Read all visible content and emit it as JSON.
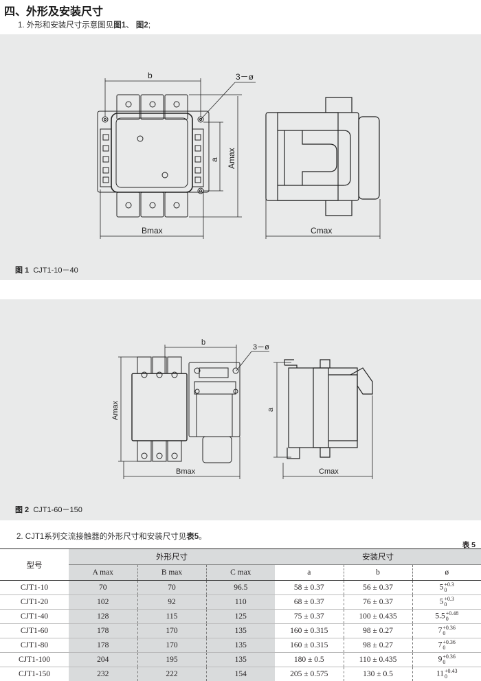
{
  "section_heading": "四、外形及安装尺寸",
  "para1": {
    "text": "1. 外形和安装尺寸示意图见",
    "bold1": "图1",
    "sep": "、",
    "bold2": "图2",
    "end": ";"
  },
  "fig1": {
    "caption_label": "图 1",
    "caption_text": "CJT1-10－40",
    "labels": {
      "b": "b",
      "holes": "3－ø",
      "a": "a",
      "amax": "Amax",
      "bmax": "Bmax",
      "cmax": "Cmax"
    }
  },
  "fig2": {
    "caption_label": "图 2",
    "caption_text": "CJT1-60－150",
    "labels": {
      "b": "b",
      "holes": "3－ø",
      "a": "a",
      "amax": "Amax",
      "bmax": "Bmax",
      "cmax": "Cmax"
    }
  },
  "para2": {
    "text": "2. CJT1系列交流接触器的外形尺寸和安装尺寸见",
    "bold": "表5",
    "end": "。"
  },
  "table_label": "表 5",
  "table": {
    "model_header": "型号",
    "outline_header": "外形尺寸",
    "mount_header": "安装尺寸",
    "sub_headers": [
      "A  max",
      "B  max",
      "C  max",
      "a",
      "b",
      "ø"
    ],
    "rows": [
      {
        "model": "CJT1-10",
        "amax": "70",
        "bmax": "70",
        "cmax": "96.5",
        "a": "58 ± 0.37",
        "b": "56 ± 0.37",
        "phi": "5",
        "tol_up": "+0.3",
        "tol_lo": "0"
      },
      {
        "model": "CJT1-20",
        "amax": "102",
        "bmax": "92",
        "cmax": "110",
        "a": "68 ± 0.37",
        "b": "76 ± 0.37",
        "phi": "5",
        "tol_up": "+0.3",
        "tol_lo": "0"
      },
      {
        "model": "CJT1-40",
        "amax": "128",
        "bmax": "115",
        "cmax": "125",
        "a": "75 ± 0.37",
        "b": "100 ± 0.435",
        "phi": "5.5",
        "tol_up": "+0.48",
        "tol_lo": "0"
      },
      {
        "model": "CJT1-60",
        "amax": "178",
        "bmax": "170",
        "cmax": "135",
        "a": "160 ± 0.315",
        "b": "98 ± 0.27",
        "phi": "7",
        "tol_up": "+0.36",
        "tol_lo": "0"
      },
      {
        "model": "CJT1-80",
        "amax": "178",
        "bmax": "170",
        "cmax": "135",
        "a": "160 ± 0.315",
        "b": "98 ± 0.27",
        "phi": "7",
        "tol_up": "+0.36",
        "tol_lo": "0"
      },
      {
        "model": "CJT1-100",
        "amax": "204",
        "bmax": "195",
        "cmax": "135",
        "a": "180 ± 0.5",
        "b": "110 ± 0.435",
        "phi": "9",
        "tol_up": "+0.36",
        "tol_lo": "0"
      },
      {
        "model": "CJT1-150",
        "amax": "232",
        "bmax": "222",
        "cmax": "154",
        "a": "205 ± 0.575",
        "b": "130 ± 0.5",
        "phi": "11",
        "tol_up": "+0.43",
        "tol_lo": "0"
      }
    ]
  }
}
